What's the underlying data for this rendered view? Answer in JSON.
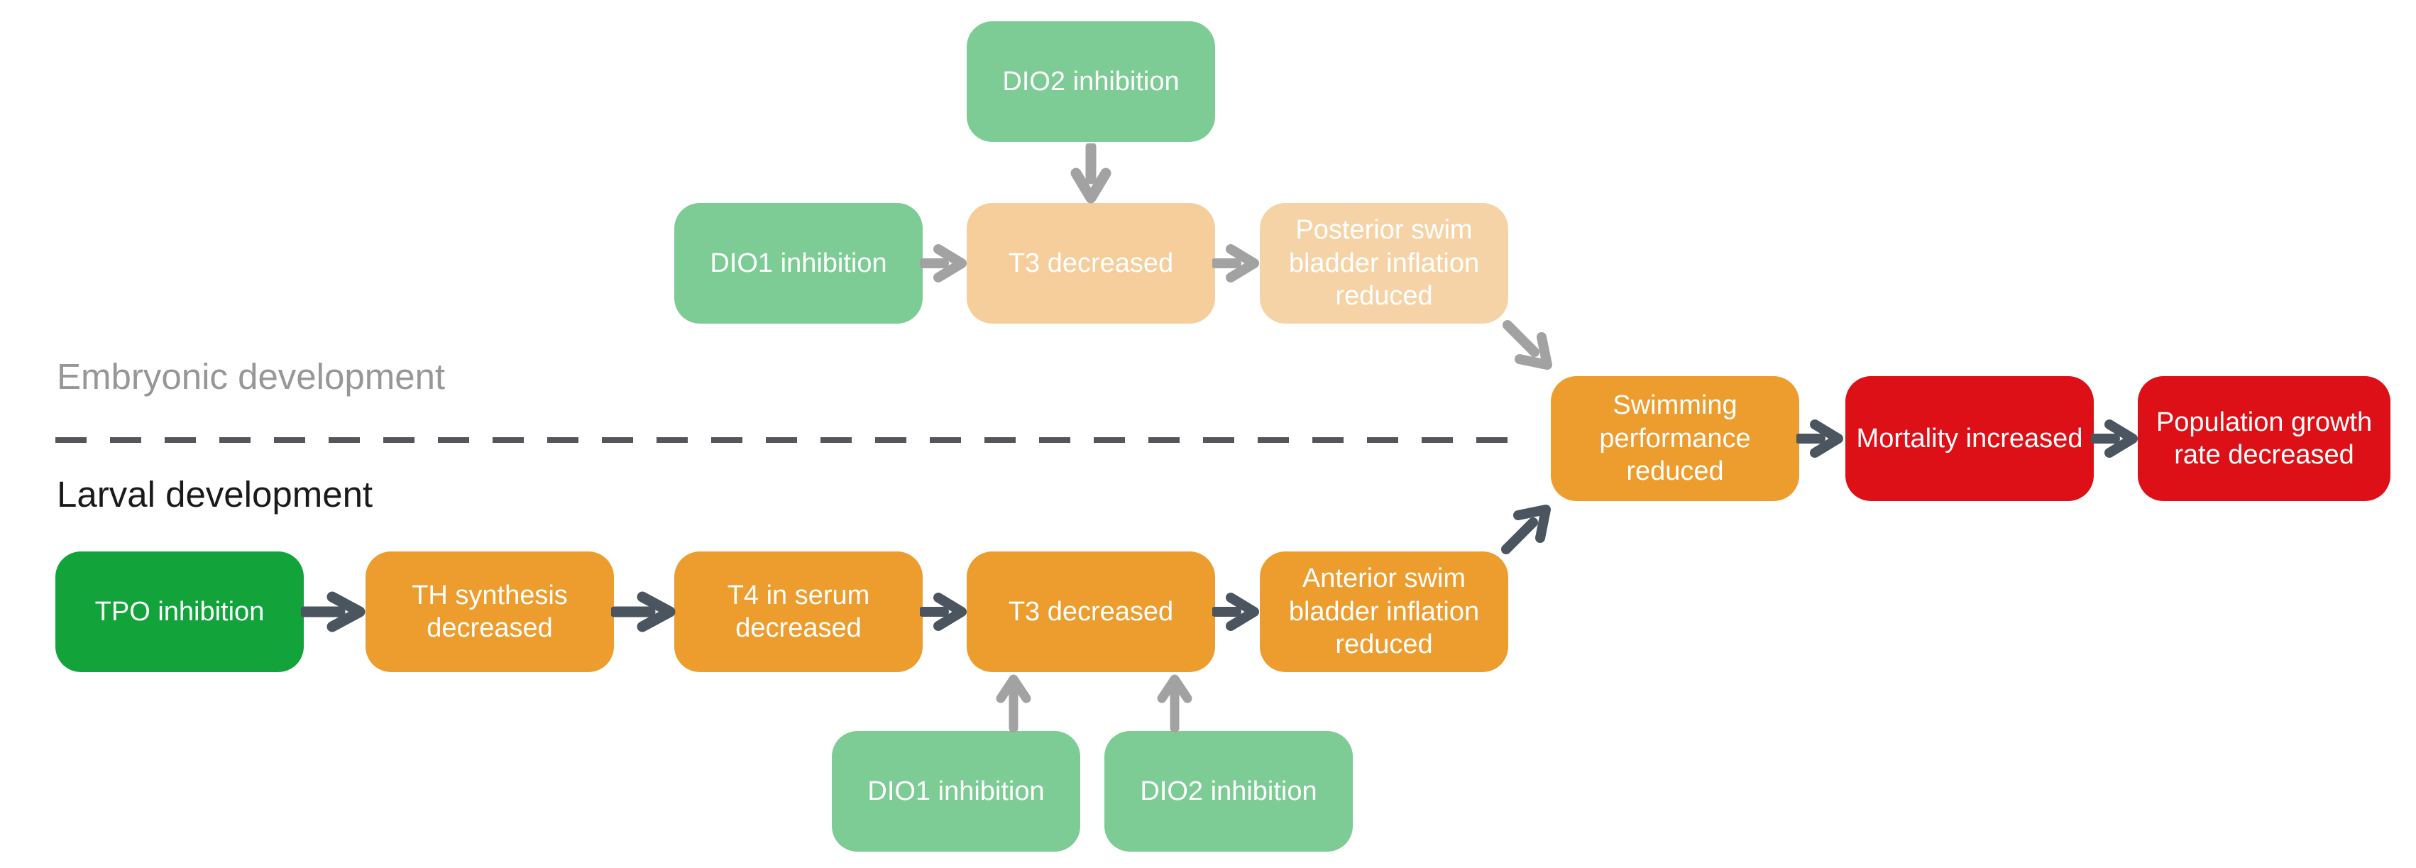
{
  "sections": {
    "embryonic": "Embryonic development",
    "larval": "Larval development"
  },
  "nodes": {
    "dio2_embryonic": {
      "label": "DIO2 inhibition",
      "color": "#7ECC95"
    },
    "dio1_embryonic": {
      "label": "DIO1 inhibition",
      "color": "#7ECC95"
    },
    "t3_embryonic": {
      "label": "T3 decreased",
      "color": "#F5CE9B"
    },
    "posterior_swim_bladder": {
      "label": "Posterior swim bladder inflation reduced",
      "color": "#F6D3A6"
    },
    "tpo": {
      "label": "TPO inhibition",
      "color": "#12A43B"
    },
    "th_synthesis": {
      "label": "TH synthesis decreased",
      "color": "#EC9D2E"
    },
    "t4_serum": {
      "label": "T4 in serum decreased",
      "color": "#EC9D2E"
    },
    "t3_larval": {
      "label": "T3 decreased",
      "color": "#EC9D2E"
    },
    "anterior_swim_bladder": {
      "label": "Anterior swim bladder inflation reduced",
      "color": "#EC9D2E"
    },
    "swimming_performance": {
      "label": "Swimming performance reduced",
      "color": "#EC9D2E"
    },
    "mortality": {
      "label": "Mortality increased",
      "color": "#DC1016"
    },
    "population_growth": {
      "label": "Population growth rate decreased",
      "color": "#DC1016"
    },
    "dio1_larval": {
      "label": "DIO1 inhibition",
      "color": "#7ECC95"
    },
    "dio2_larval": {
      "label": "DIO2 inhibition",
      "color": "#7ECC95"
    }
  },
  "colors": {
    "arrow_dark": "#4A5560",
    "arrow_light": "#A2A2A2",
    "divider": "#55565A",
    "embryonic_label": "#979797",
    "larval_label": "#1A1A1A",
    "node_text": "#FFFFFF"
  }
}
